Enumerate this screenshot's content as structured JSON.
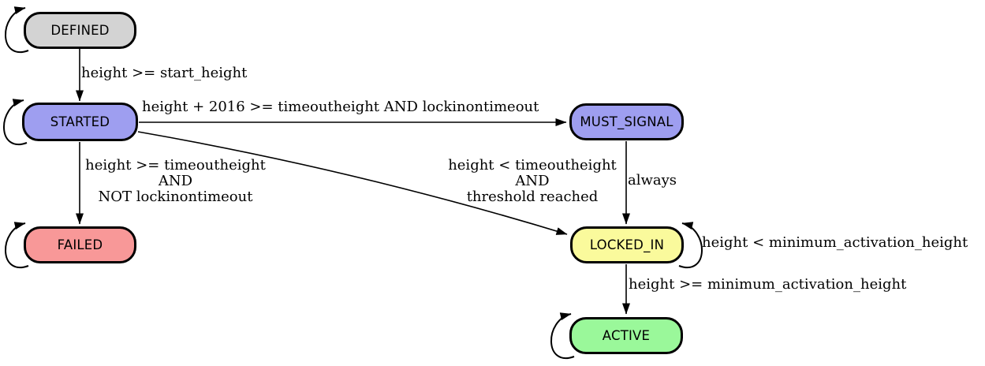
{
  "diagram": {
    "type": "state-machine",
    "background": "#ffffff",
    "nodes": [
      {
        "id": "defined",
        "label": "DEFINED",
        "fill": "#d3d3d3",
        "self_loop": true
      },
      {
        "id": "started",
        "label": "STARTED",
        "fill": "#9e9ef0",
        "self_loop": true
      },
      {
        "id": "failed",
        "label": "FAILED",
        "fill": "#f89898",
        "self_loop": true
      },
      {
        "id": "must_signal",
        "label": "MUST_SIGNAL",
        "fill": "#9e9ef0",
        "self_loop": false
      },
      {
        "id": "locked_in",
        "label": "LOCKED_IN",
        "fill": "#fafa9c",
        "self_loop": true
      },
      {
        "id": "active",
        "label": "ACTIVE",
        "fill": "#9af89a",
        "self_loop": true
      }
    ],
    "edges": [
      {
        "from": "DEFINED",
        "to": "STARTED",
        "label": "height >= start_height"
      },
      {
        "from": "STARTED",
        "to": "MUST_SIGNAL",
        "label": "height + 2016 >= timeoutheight AND lockinontimeout"
      },
      {
        "from": "STARTED",
        "to": "FAILED",
        "label_lines": [
          "height >= timeoutheight",
          "AND",
          "NOT lockinontimeout"
        ]
      },
      {
        "from": "STARTED",
        "to": "LOCKED_IN",
        "label_lines": [
          "height < timeoutheight",
          "AND",
          "threshold reached"
        ]
      },
      {
        "from": "MUST_SIGNAL",
        "to": "LOCKED_IN",
        "label": "always"
      },
      {
        "from": "LOCKED_IN",
        "to": "LOCKED_IN",
        "label": "height < minimum_activation_height"
      },
      {
        "from": "LOCKED_IN",
        "to": "ACTIVE",
        "label": "height >= minimum_activation_height"
      }
    ]
  }
}
